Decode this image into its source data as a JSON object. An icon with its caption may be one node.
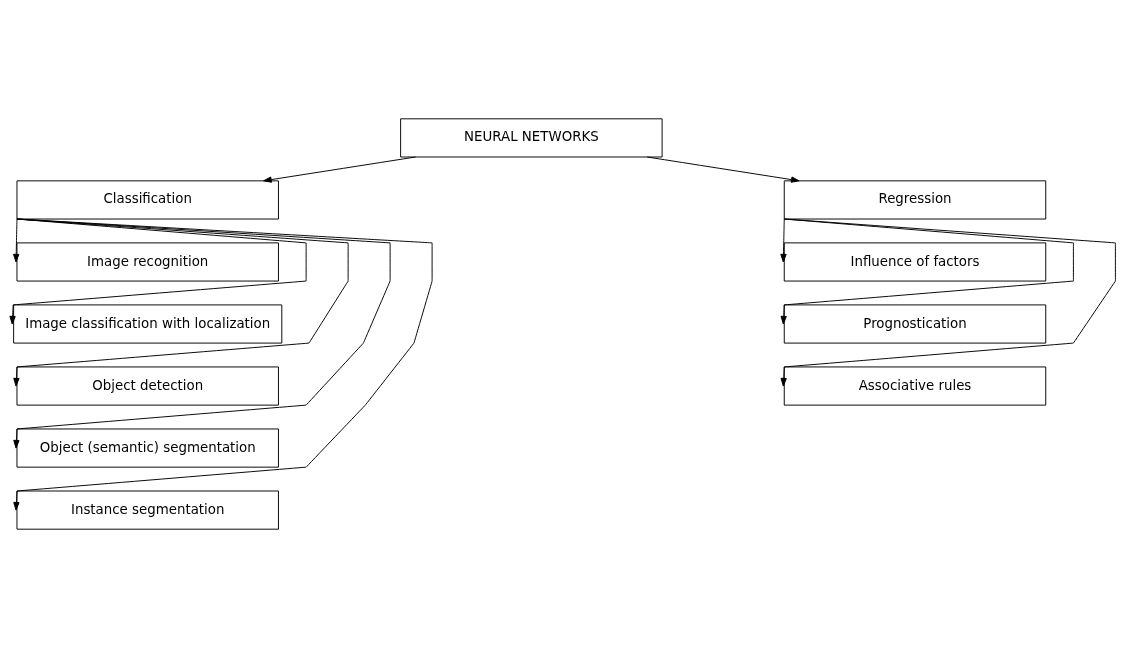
{
  "diagram": {
    "nodes": [
      {
        "text": [
          "NEURAL NETWORKS"
        ]
      },
      {
        "text": [
          "Classification"
        ]
      },
      {
        "text": [
          "Regression"
        ]
      },
      {
        "text": [
          "Image recognition"
        ]
      },
      {
        "text": [
          "Image classification with localization"
        ]
      },
      {
        "text": [
          "Object detection"
        ]
      },
      {
        "text": [
          "Object (semantic) segmentation"
        ]
      },
      {
        "text": [
          "Instance segmentation"
        ]
      },
      {
        "text": [
          "Influence of factors"
        ]
      },
      {
        "text": [
          "Prognostication"
        ]
      },
      {
        "text": [
          "Associative rules"
        ]
      }
    ],
    "edges": [
      {
        "from": 0,
        "to": 1,
        "arrow": "to"
      },
      {
        "from": 0,
        "to": 2,
        "arrow": "to"
      },
      {
        "from": 1,
        "to": 3,
        "arrow": "to"
      },
      {
        "from": 1,
        "to": 4,
        "arrow": "to"
      },
      {
        "from": 1,
        "to": 5,
        "arrow": "to"
      },
      {
        "from": 1,
        "to": 6,
        "arrow": "to"
      },
      {
        "from": 1,
        "to": 7,
        "arrow": "to"
      },
      {
        "from": 2,
        "to": 8,
        "arrow": "to"
      },
      {
        "from": 2,
        "to": 9,
        "arrow": "to"
      },
      {
        "from": 2,
        "to": 10,
        "arrow": "to"
      }
    ]
  }
}
